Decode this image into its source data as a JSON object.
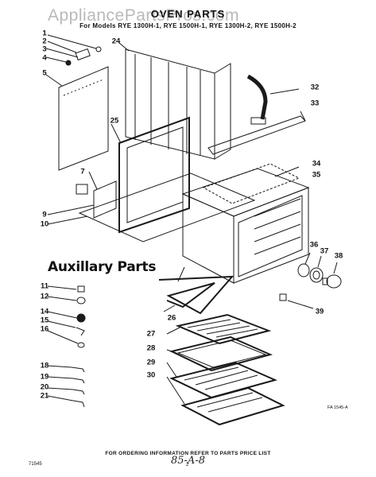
{
  "watermark": "AppliancePartsPros.com",
  "title": "OVEN PARTS",
  "models_line": "For Models RYE 1300H-1, RYE 1500H-1, RYE 1300H-2, RYE 1500H-2",
  "aux_title": "Auxillary Parts",
  "order_info": "FOR ORDERING INFORMATION REFER TO PARTS PRICE LIST",
  "code_left": "71545",
  "code_right": "FA 1545-A",
  "page_number": "2",
  "handwritten_note": "85-A-8",
  "callouts": {
    "c1": "1",
    "c2": "2",
    "c3": "3",
    "c4": "4",
    "c5": "5",
    "c7": "7",
    "c9": "9",
    "c10": "10",
    "c11": "11",
    "c12": "12",
    "c14": "14",
    "c15": "15",
    "c16": "16",
    "c18": "18",
    "c19": "19",
    "c20": "20",
    "c21": "21",
    "c24": "24",
    "c25": "25",
    "c26": "26",
    "c27": "27",
    "c28": "28",
    "c29": "29",
    "c30": "30",
    "c32": "32",
    "c33": "33",
    "c34": "34",
    "c35": "35",
    "c36": "36",
    "c37": "37",
    "c38": "38",
    "c39": "39"
  }
}
